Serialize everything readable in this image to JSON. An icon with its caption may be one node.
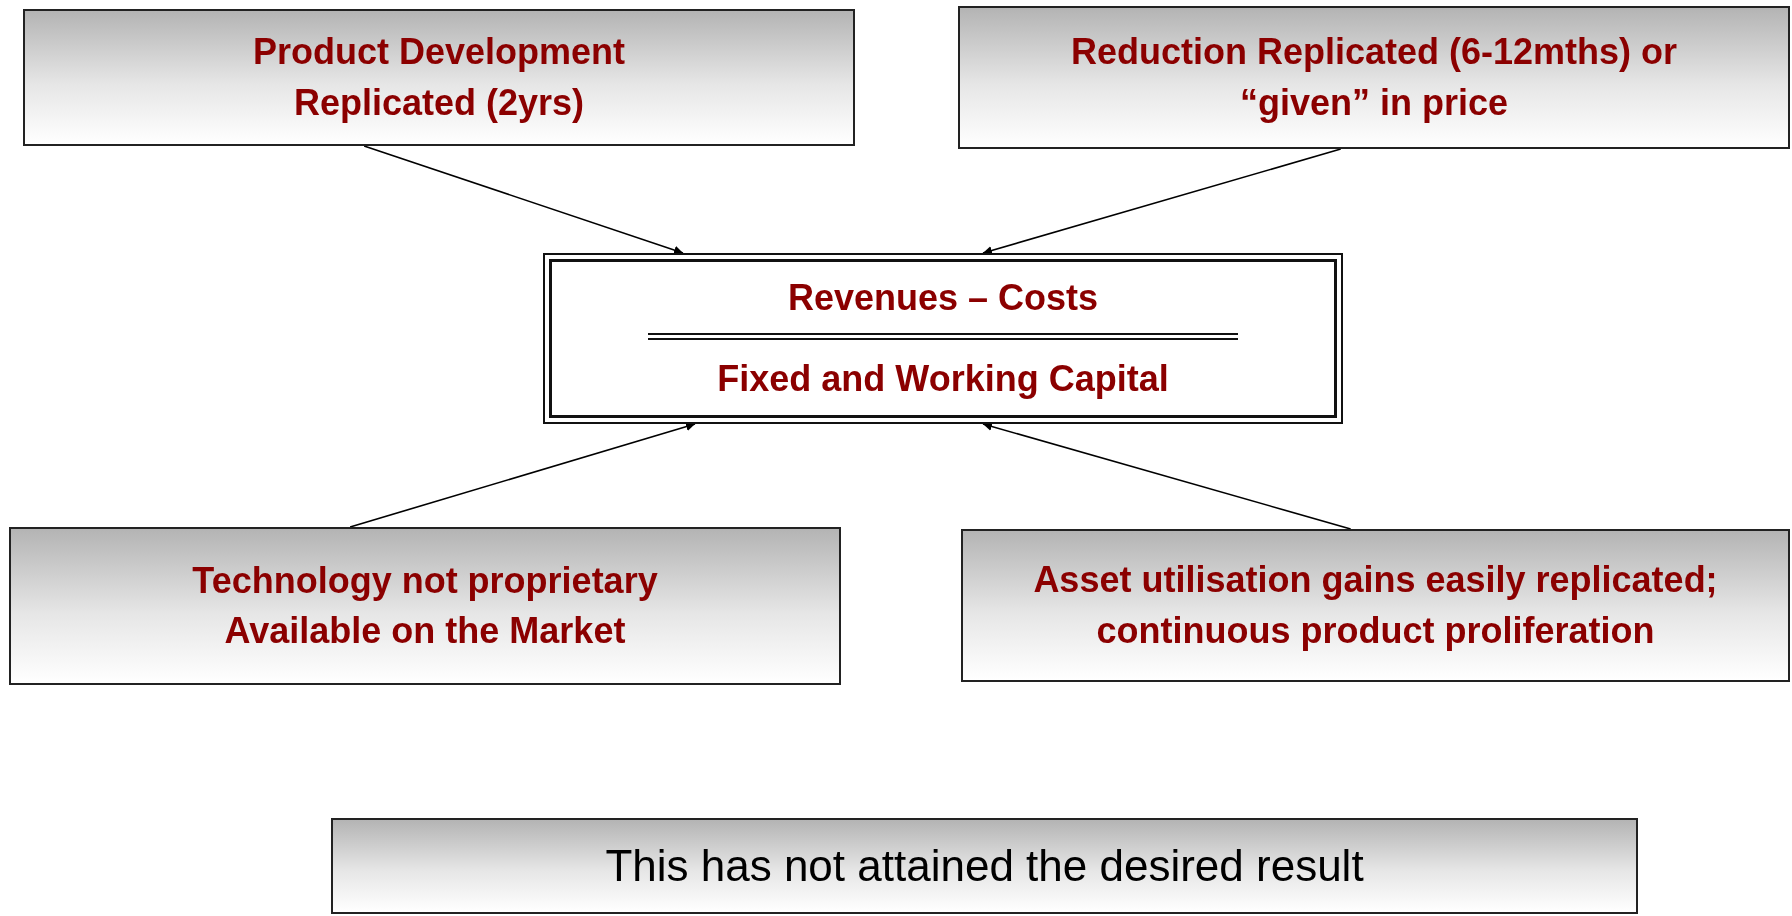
{
  "diagram": {
    "nodes": [
      {
        "text": [
          "Product Development Replicated (2yrs)"
        ]
      },
      {
        "text": [
          "Reduction Replicated (6-12mths) or “given” in price"
        ]
      },
      {
        "text": [
          "Revenues – Costs",
          "Fixed and Working Capital"
        ]
      },
      {
        "text": [
          "Technology not proprietary Available on the Market"
        ]
      },
      {
        "text": [
          "Asset utilisation gains easily replicated; continuous product proliferation"
        ]
      },
      {
        "text": [
          "This has not attained the desired result"
        ]
      }
    ],
    "edges": [
      {
        "from": 0,
        "to": 2,
        "arrow": "to"
      },
      {
        "from": 1,
        "to": 2,
        "arrow": "to"
      },
      {
        "from": 3,
        "to": 2,
        "arrow": "to"
      },
      {
        "from": 4,
        "to": 2,
        "arrow": "to"
      }
    ]
  }
}
